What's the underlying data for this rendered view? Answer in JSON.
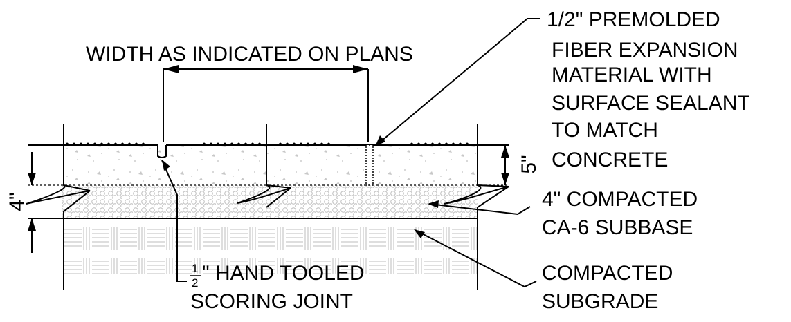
{
  "title": "",
  "colors": {
    "line": "#000000",
    "background": "#ffffff",
    "texture": "#bdbdbd"
  },
  "labels": {
    "width": "WIDTH AS INDICATED ON PLANS",
    "expansion_material": [
      "1/2\" PREMOLDED",
      "FIBER EXPANSION",
      "MATERIAL WITH",
      "SURFACE SEALANT",
      "TO MATCH",
      "CONCRETE"
    ],
    "concrete_thickness": "5\"",
    "subbase_thickness": "4\"",
    "subbase": [
      "4\" COMPACTED",
      "CA-6 SUBBASE"
    ],
    "scoring_joint": {
      "fraction_num": "1",
      "fraction_den": "2",
      "line1": "\" HAND TOOLED",
      "line2": "SCORING JOINT"
    },
    "subgrade": [
      "COMPACTED",
      "SUBGRADE"
    ]
  }
}
